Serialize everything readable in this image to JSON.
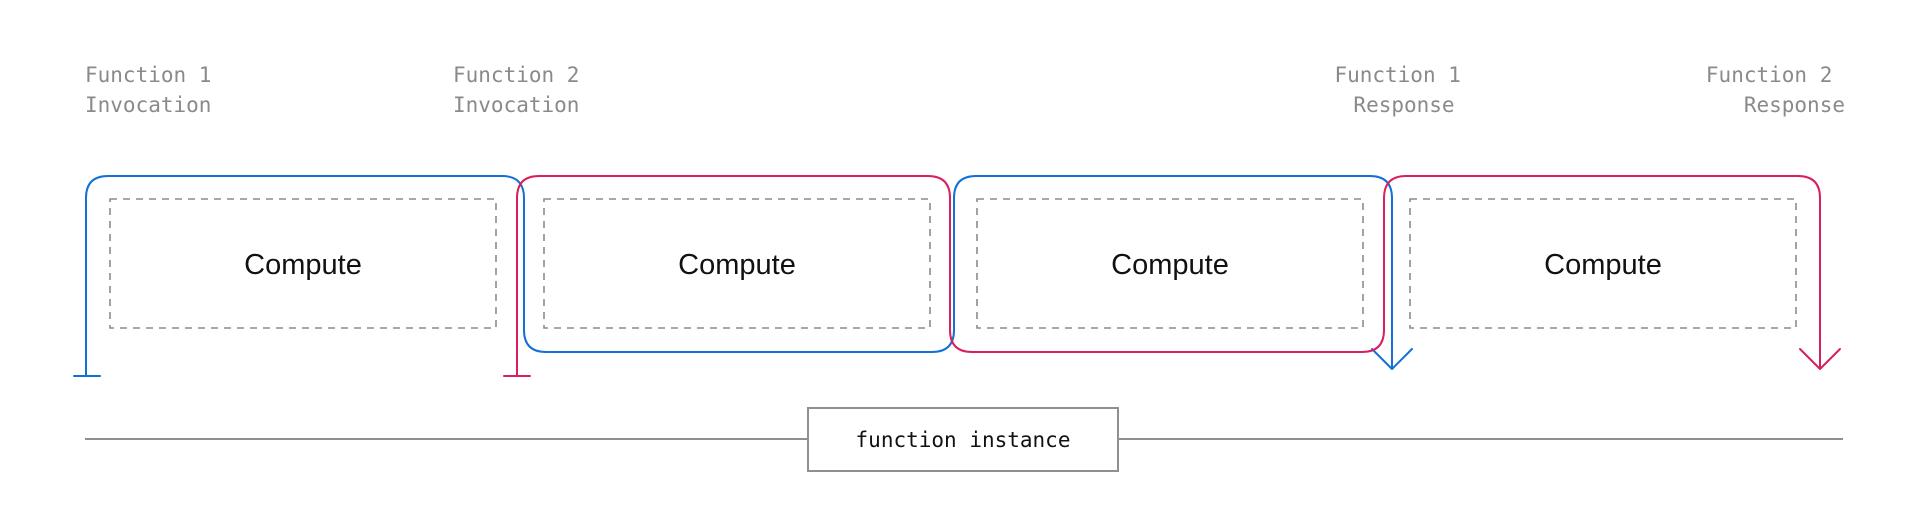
{
  "colors": {
    "function_1": "#1370d8",
    "function_2": "#d8205f",
    "label_gray": "#8a8a8a",
    "line_gray": "#8f8f8f",
    "text_dark": "#111111"
  },
  "events": {
    "f1_invocation": {
      "line1": "Function 1",
      "line2": "Invocation"
    },
    "f2_invocation": {
      "line1": "Function 2",
      "line2": "Invocation"
    },
    "f1_response": {
      "line1": "Function 1",
      "line2": "Response"
    },
    "f2_response": {
      "line1": "Function 2",
      "line2": "Response"
    }
  },
  "compute_blocks": [
    {
      "label": "Compute"
    },
    {
      "label": "Compute"
    },
    {
      "label": "Compute"
    },
    {
      "label": "Compute"
    }
  ],
  "timeline": {
    "label": "function instance"
  }
}
